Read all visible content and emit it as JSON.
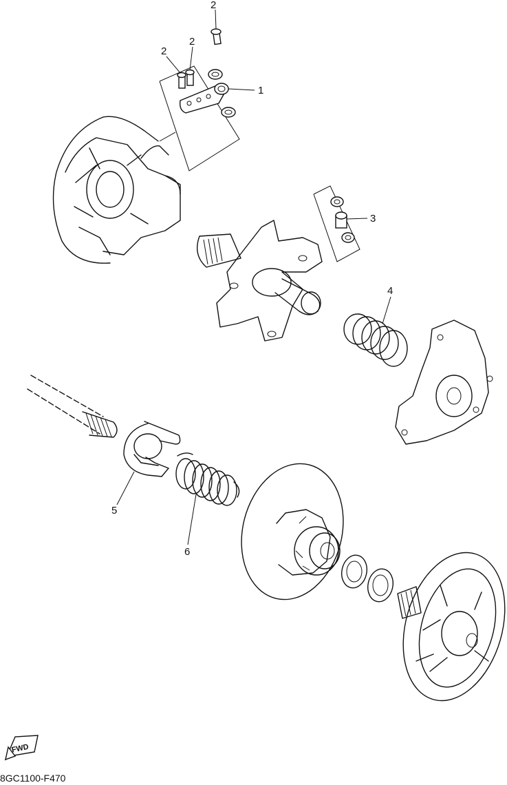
{
  "callouts": [
    {
      "id": "c1",
      "label": "1"
    },
    {
      "id": "c2a",
      "label": "2"
    },
    {
      "id": "c2b",
      "label": "2"
    },
    {
      "id": "c2c",
      "label": "2"
    },
    {
      "id": "c3",
      "label": "3"
    },
    {
      "id": "c4",
      "label": "4"
    },
    {
      "id": "c5",
      "label": "5"
    },
    {
      "id": "c6",
      "label": "6"
    }
  ],
  "fwd_label": "FWD",
  "diagram_code": "8GC1100-F470"
}
